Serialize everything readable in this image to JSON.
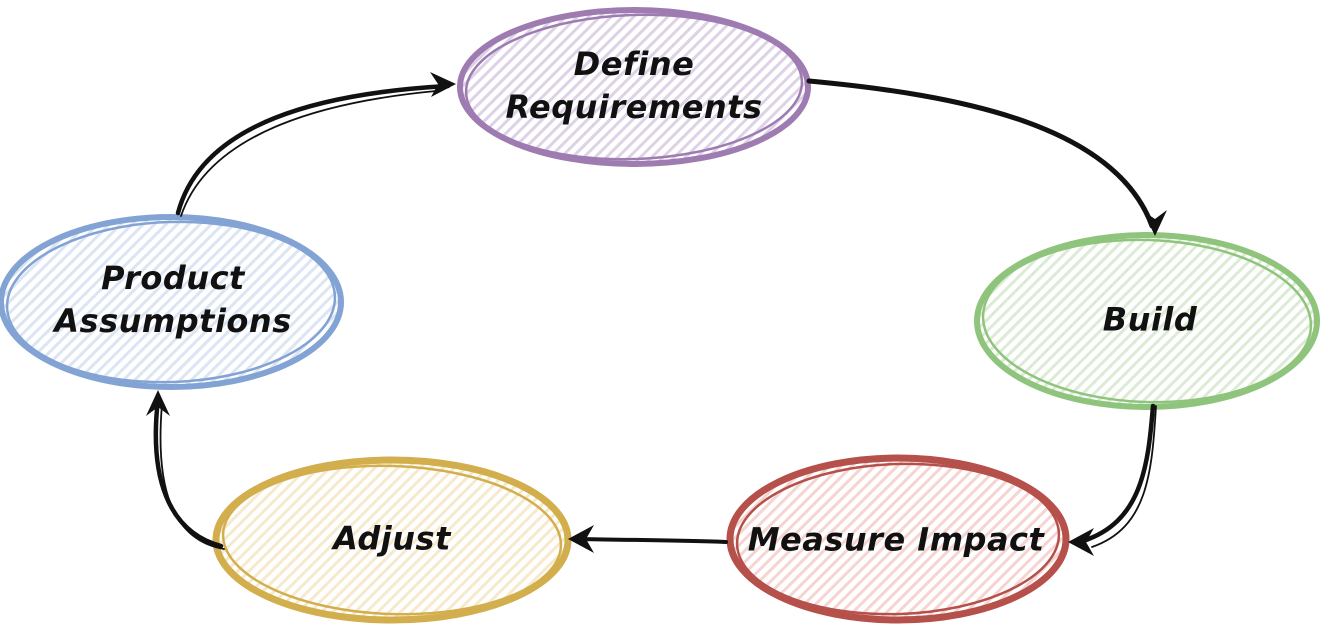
{
  "diagram": {
    "type": "cycle-flowchart",
    "background_color": "#ffffff",
    "arrow_color": "#111111",
    "text_color": "#111111",
    "nodes": [
      {
        "id": "define-requirements",
        "label": "Define Requirements",
        "lines": [
          "Define",
          "Requirements"
        ],
        "shape": "ellipse",
        "stroke_color": "#9e7cb2",
        "hatch_color": "#ddd2e6"
      },
      {
        "id": "build",
        "label": "Build",
        "lines": [
          "Build"
        ],
        "shape": "ellipse",
        "stroke_color": "#8fc47d",
        "hatch_color": "#dcebd6"
      },
      {
        "id": "measure-impact",
        "label": "Measure Impact",
        "lines": [
          "Measure Impact"
        ],
        "shape": "ellipse",
        "stroke_color": "#b5504b",
        "hatch_color": "#f5d4d1"
      },
      {
        "id": "adjust",
        "label": "Adjust",
        "lines": [
          "Adjust"
        ],
        "shape": "ellipse",
        "stroke_color": "#d2ae4d",
        "hatch_color": "#f6e9cd"
      },
      {
        "id": "product-assumptions",
        "label": "Product Assumptions",
        "lines": [
          "Product",
          "Assumptions"
        ],
        "shape": "ellipse",
        "stroke_color": "#82a3d3",
        "hatch_color": "#dce5f4"
      }
    ],
    "edges": [
      {
        "from": "product-assumptions",
        "to": "define-requirements"
      },
      {
        "from": "define-requirements",
        "to": "build"
      },
      {
        "from": "build",
        "to": "measure-impact"
      },
      {
        "from": "measure-impact",
        "to": "adjust"
      },
      {
        "from": "adjust",
        "to": "product-assumptions"
      }
    ]
  }
}
